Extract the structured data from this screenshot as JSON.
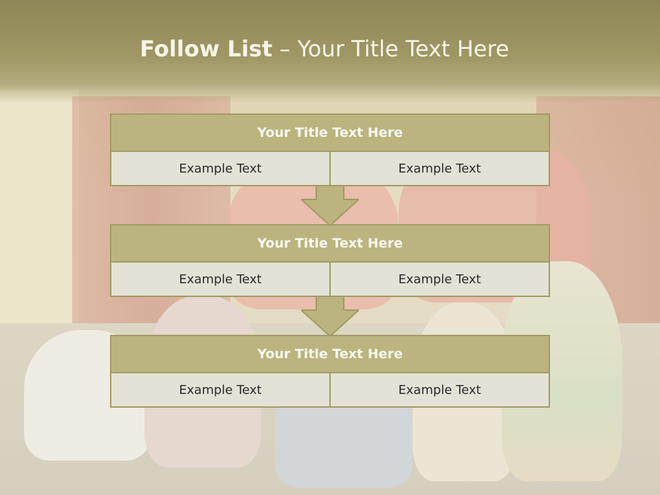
{
  "slide": {
    "title_bold": "Follow List",
    "title_rest": " – Your Title Text Here"
  },
  "steps": [
    {
      "title": "Your Title Text Here",
      "left": "Example Text",
      "right": "Example Text"
    },
    {
      "title": "Your Title Text Here",
      "left": "Example Text",
      "right": "Example Text"
    },
    {
      "title": "Your Title Text Here",
      "left": "Example Text",
      "right": "Example Text"
    }
  ],
  "colors": {
    "title_band": "#9f9764",
    "block_header": "#bbb47f",
    "block_border": "#a29a63",
    "cell_bg": "#e4e2d6"
  }
}
